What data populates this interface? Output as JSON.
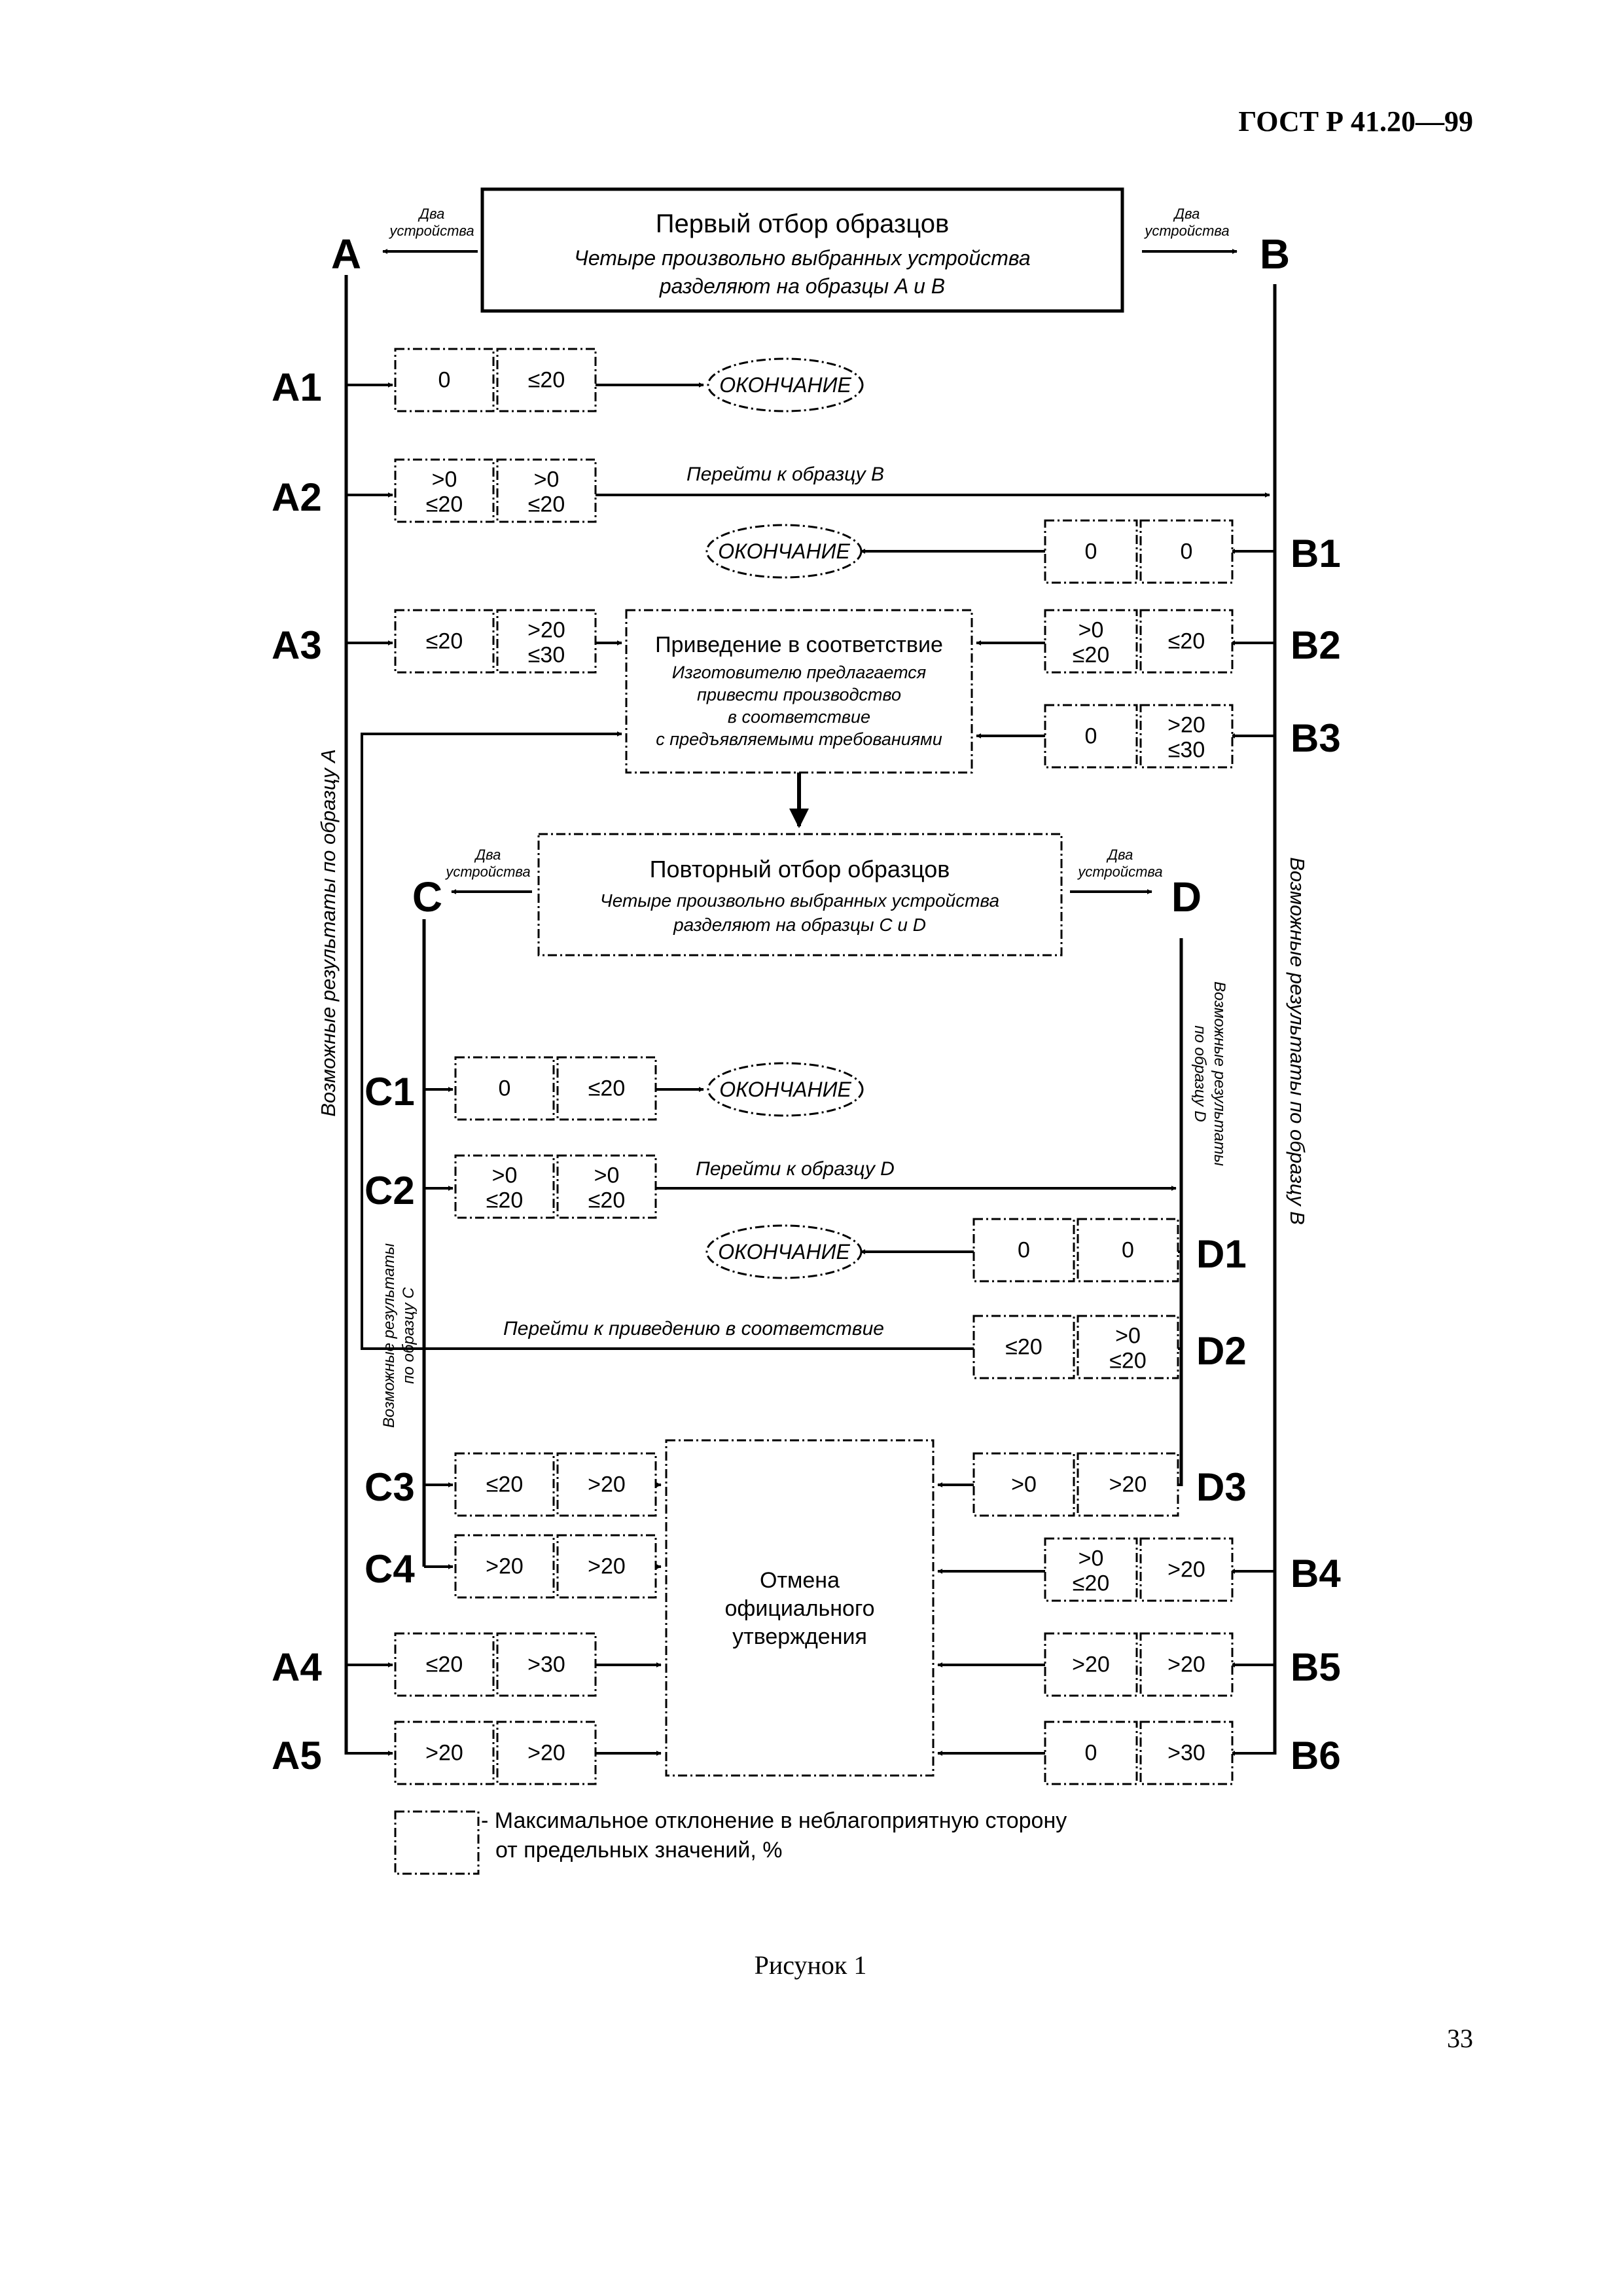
{
  "header": {
    "doc_code": "ГОСТ Р 41.20—99"
  },
  "footer": {
    "caption": "Рисунок 1",
    "page_number": "33"
  },
  "diagram": {
    "first_sampling": {
      "title": "Первый отбор образцов",
      "subtitle_line1": "Четыре произвольно выбранных устройства",
      "subtitle_line2": "разделяют на образцы A и B"
    },
    "repeat_sampling": {
      "title": "Повторный отбор образцов",
      "subtitle_line1": "Четыре произвольно выбранных устройства",
      "subtitle_line2": "разделяют на образцы C и D"
    },
    "two_devices_line1": "Два",
    "two_devices_line2": "устройства",
    "sample_labels": {
      "A": "A",
      "B": "B",
      "C": "C",
      "D": "D"
    },
    "row_labels": {
      "A1": "A1",
      "A2": "A2",
      "A3": "A3",
      "A4": "A4",
      "A5": "A5",
      "B1": "B1",
      "B2": "B2",
      "B3": "B3",
      "B4": "B4",
      "B5": "B5",
      "B6": "B6",
      "C1": "C1",
      "C2": "C2",
      "C3": "C3",
      "C4": "C4",
      "D1": "D1",
      "D2": "D2",
      "D3": "D3"
    },
    "end_label": "ОКОНЧАНИЕ",
    "goto_b": "Перейти к образцу B",
    "goto_d": "Перейти к образцу D",
    "goto_conformity": "Перейти к приведению в соответствие",
    "conformity": {
      "title": "Приведение в соответствие",
      "line1": "Изготовителю предлагается",
      "line2": "привести производство",
      "line3": "в соответствие",
      "line4": "с предъявляемыми требованиями"
    },
    "cancel": {
      "line1": "Отмена",
      "line2": "официального",
      "line3": "утверждения"
    },
    "side_label_a": "Возможные результаты по образцу A",
    "side_label_b": "Возможные результаты по образцу B",
    "side_label_c_line1": "Возможные результаты",
    "side_label_c_line2": "по образцу C",
    "side_label_d_line1": "Возможные результаты",
    "side_label_d_line2": "по образцу D",
    "values": {
      "zero": "0",
      "le20": "≤20",
      "gt0": ">0",
      "gt20": ">20",
      "le30": "≤30",
      "gt30": ">30"
    },
    "legend_line1": "- Максимальное отклонение в неблагоприятную сторону",
    "legend_line2": "от предельных значений, %"
  }
}
